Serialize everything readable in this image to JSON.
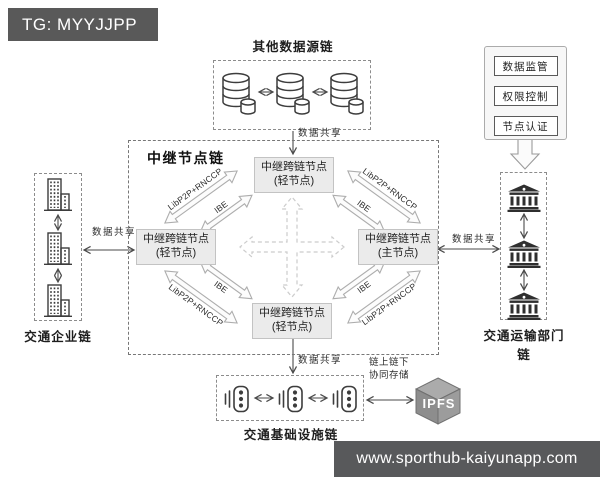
{
  "watermark": {
    "tag": "TG: MYYJJPP",
    "url": "www.sporthub-kaiyunapp.com"
  },
  "chains": {
    "other_source": {
      "title": "其他数据源链"
    },
    "enterprise": {
      "title": "交通企业链"
    },
    "department": {
      "title": "交通运输部门链"
    },
    "infrastructure": {
      "title": "交通基础设施链"
    }
  },
  "relay": {
    "title": "中继节点链",
    "nodes": {
      "top": {
        "line1": "中继跨链节点",
        "line2": "(轻节点)"
      },
      "left": {
        "line1": "中继跨链节点",
        "line2": "(轻节点)"
      },
      "right": {
        "line1": "中继跨链节点",
        "line2": "(主节点)"
      },
      "bottom": {
        "line1": "中继跨链节点",
        "line2": "(轻节点)"
      }
    },
    "link_labels": {
      "protocol": "LibP2P+RNCCP",
      "encryption": "IBE"
    }
  },
  "governance": {
    "items": [
      "数据监管",
      "权限控制",
      "节点认证"
    ]
  },
  "labels": {
    "data_share": "数据共享",
    "storage_line1": "链上链下",
    "storage_line2": "协同存储"
  },
  "ipfs": {
    "label": "IPFS"
  },
  "colors": {
    "watermark_bg": "#595959",
    "site_bar_bg": "#58595b",
    "node_bg": "#ebebeb",
    "cube_gray": "#9c9c9c",
    "line_gray": "#4a4a4a"
  }
}
